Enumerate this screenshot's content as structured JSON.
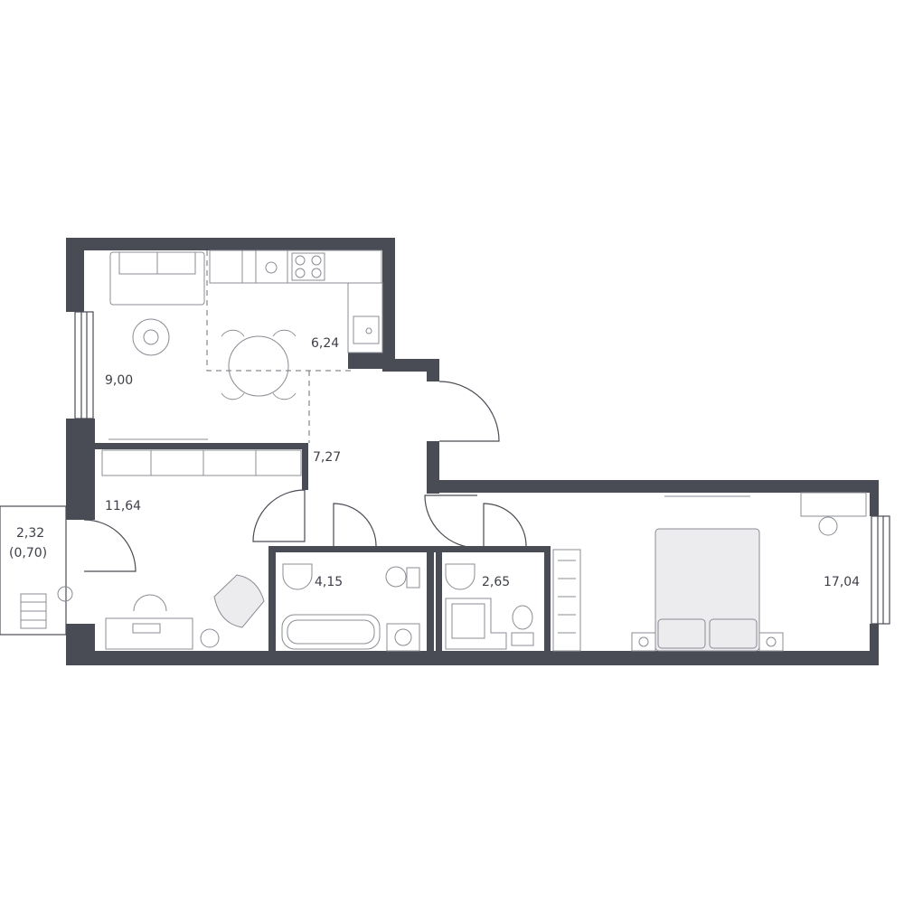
{
  "rooms": {
    "living": {
      "area": "9,00"
    },
    "kitchen": {
      "area": "6,24"
    },
    "hall": {
      "area": "7,27"
    },
    "bedroom_left": {
      "area": "11,64"
    },
    "bathroom": {
      "area": "4,15"
    },
    "wc": {
      "area": "2,65"
    },
    "bedroom_right": {
      "area": "17,04"
    },
    "balcony": {
      "area": "2,32",
      "reduced_area": "(0,70)"
    }
  },
  "colors": {
    "wall": "#4a4c55",
    "furniture": "#8a8c94",
    "label": "#3e4048",
    "background": "#ffffff"
  }
}
